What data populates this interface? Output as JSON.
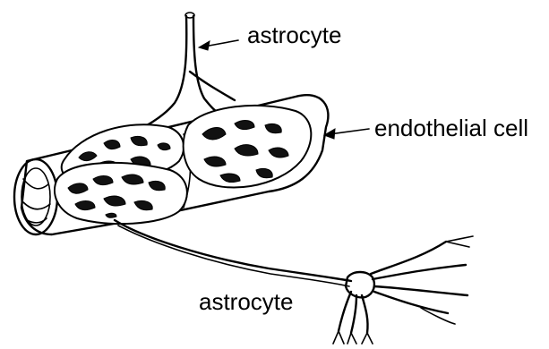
{
  "labels": {
    "astrocyte_top": "astrocyte",
    "endothelial": "endothelial cell",
    "astrocyte_bottom": "astrocyte"
  }
}
